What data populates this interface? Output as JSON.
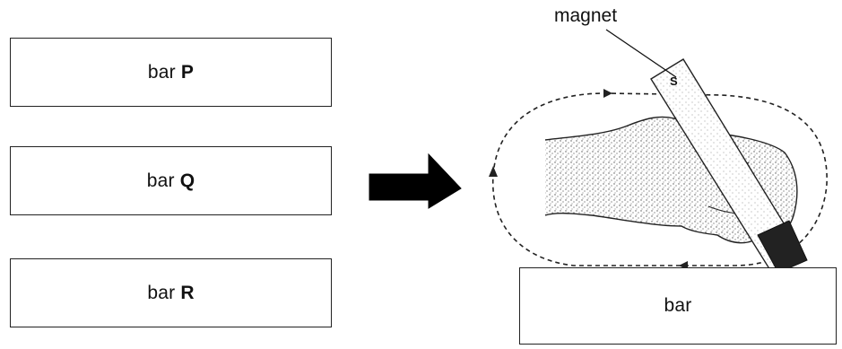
{
  "bars": {
    "p": {
      "word": "bar",
      "letter": "P"
    },
    "q": {
      "word": "bar",
      "letter": "Q"
    },
    "r": {
      "word": "bar",
      "letter": "R"
    }
  },
  "main_bar": {
    "label": "bar"
  },
  "magnet": {
    "label": "magnet",
    "pole": "S"
  },
  "colors": {
    "ink": "#111111",
    "arrow": "#000000",
    "stipple": "#555555"
  }
}
